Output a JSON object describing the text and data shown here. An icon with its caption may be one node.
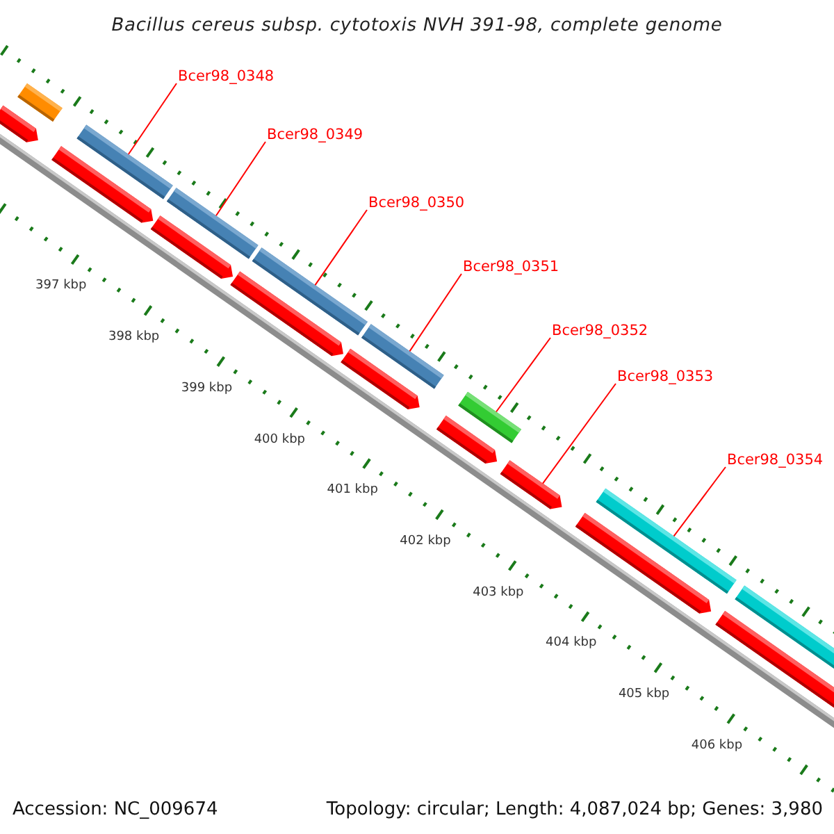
{
  "diagram": {
    "title": "Bacillus cereus subsp. cytotoxis NVH 391-98, complete genome",
    "nodes": [
      {
        "text": [
          "Bcer98_0348"
        ]
      },
      {
        "text": [
          "Bcer98_0349"
        ]
      },
      {
        "text": [
          "Bcer98_0350"
        ]
      },
      {
        "text": [
          "Bcer98_0351"
        ]
      },
      {
        "text": [
          "Bcer98_0352"
        ]
      },
      {
        "text": [
          "Bcer98_0353"
        ]
      },
      {
        "text": [
          "Bcer98_0354"
        ]
      },
      {
        "text": [],
        "shape": "bar"
      },
      {
        "text": [],
        "shape": "bar"
      },
      {
        "text": [],
        "shape": "bar"
      },
      {
        "text": [],
        "shape": "bar"
      },
      {
        "text": [],
        "shape": "bar"
      },
      {
        "text": [],
        "shape": "bar"
      },
      {
        "text": [],
        "shape": "bar"
      },
      {
        "text": [],
        "shape": "bar"
      },
      {
        "text": [],
        "shape": "bar"
      },
      {
        "text": [],
        "shape": "bar"
      },
      {
        "text": [],
        "shape": "bar"
      },
      {
        "text": [],
        "shape": "bar"
      },
      {
        "text": [],
        "shape": "bar"
      },
      {
        "text": [],
        "shape": "bar"
      },
      {
        "text": [],
        "shape": "bar"
      },
      {
        "text": [],
        "shape": "bar"
      },
      {
        "text": [],
        "shape": "bar"
      }
    ],
    "edges": [
      {
        "from": 0,
        "to": 10,
        "arrow": "none"
      },
      {
        "from": 1,
        "to": 11,
        "arrow": "none"
      },
      {
        "from": 2,
        "to": 14,
        "arrow": "none"
      },
      {
        "from": 3,
        "to": 16,
        "arrow": "none"
      },
      {
        "from": 4,
        "to": 18,
        "arrow": "none"
      },
      {
        "from": 5,
        "to": 19,
        "arrow": "none"
      },
      {
        "from": 6,
        "to": 21,
        "arrow": "none"
      }
    ],
    "labels": [
      "397 kbp",
      "398 kbp",
      "399 kbp",
      "400 kbp",
      "401 kbp",
      "402 kbp",
      "403 kbp",
      "404 kbp",
      "405 kbp",
      "406 kbp",
      "Accession: NC_009674",
      "Topology: circular; Length: 4,087,024 bp; Genes: 3,980"
    ]
  }
}
